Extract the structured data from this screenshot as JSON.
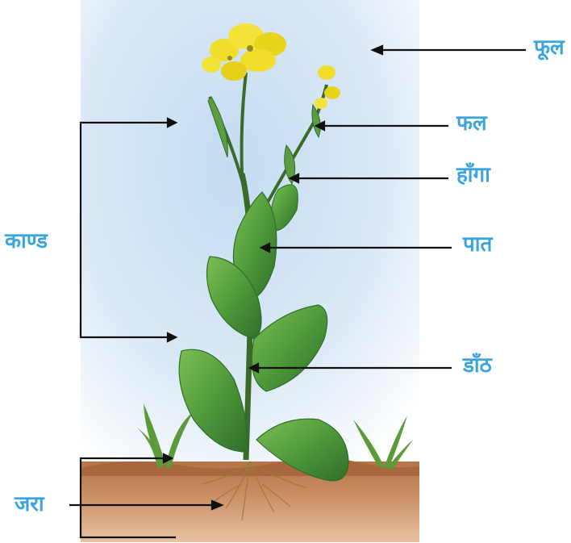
{
  "labels": {
    "flower": "फूल",
    "fruit": "फल",
    "branch": "हाँगा",
    "leaf": "पात",
    "stem": "डाँठ",
    "shoot": "काण्ड",
    "root": "जरा"
  },
  "colors": {
    "label_text": "#3aa4dc",
    "pointer_line": "#111111",
    "sky_light": "#ffffff",
    "sky_blue": "#c4dcf2",
    "soil": "#c98d62",
    "leaf_green": "#4f9a3b",
    "leaf_dark": "#2f6e2a",
    "flower_yellow": "#f1de2a"
  }
}
